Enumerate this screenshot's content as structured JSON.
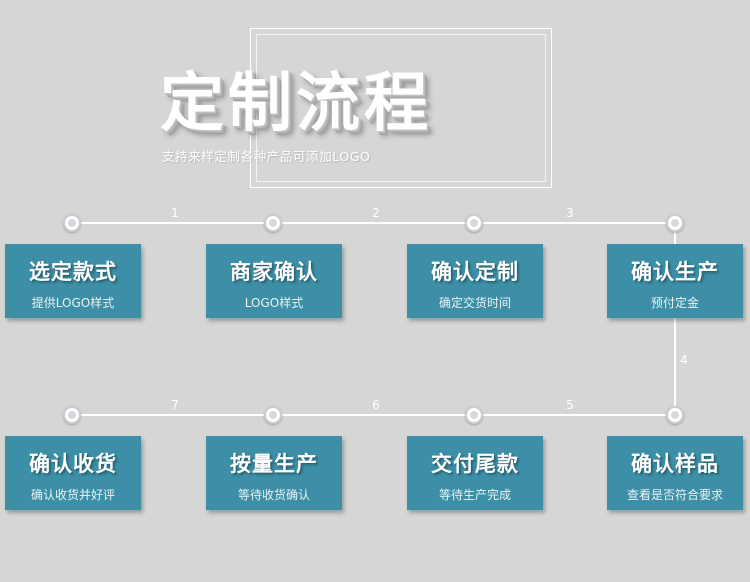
{
  "header": {
    "title": "定制流程",
    "subtitle": "支持来样定制各种产品可添加LOGO"
  },
  "steps": [
    {
      "title": "选定款式",
      "desc": "提供LOGO样式"
    },
    {
      "title": "商家确认",
      "desc": "LOGO样式"
    },
    {
      "title": "确认定制",
      "desc": "确定交货时间"
    },
    {
      "title": "确认生产",
      "desc": "预付定金"
    },
    {
      "title": "确认样品",
      "desc": "查看是否符合要求"
    },
    {
      "title": "交付尾款",
      "desc": "等待生产完成"
    },
    {
      "title": "按量生产",
      "desc": "等待收货确认"
    },
    {
      "title": "确认收货",
      "desc": "确认收货并好评"
    }
  ],
  "connectors": [
    "1",
    "2",
    "3",
    "4",
    "5",
    "6",
    "7"
  ],
  "colors": {
    "background": "#d6d6d4",
    "box": "#3c8fa6",
    "line": "#ffffff"
  }
}
